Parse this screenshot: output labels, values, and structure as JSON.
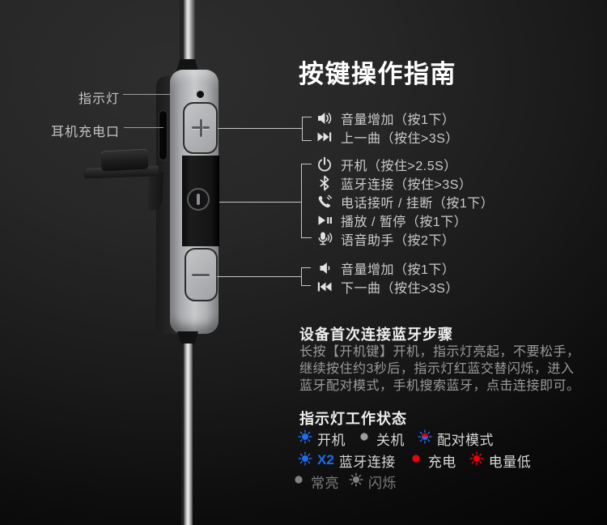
{
  "device": {
    "labels": [
      {
        "text": "指示灯"
      },
      {
        "text": "耳机充电口"
      }
    ],
    "parts": [
      "indicator-light",
      "charging-port",
      "plus-button",
      "power-button",
      "minus-button",
      "cable",
      "port-flap"
    ]
  },
  "guide": {
    "title": "按键操作指南",
    "groups": [
      {
        "items": [
          {
            "icon": "volume-up-icon",
            "text": "音量增加（按1下）"
          },
          {
            "icon": "next-track-icon",
            "text": "上一曲（按住>3S）"
          }
        ]
      },
      {
        "items": [
          {
            "icon": "power-icon",
            "text": "开机（按住>2.5S）"
          },
          {
            "icon": "bluetooth-icon",
            "text": "蓝牙连接（按住>3S）"
          },
          {
            "icon": "phone-icon",
            "text": "电话接听 / 挂断（按1下）"
          },
          {
            "icon": "play-pause-icon",
            "text": "播放 / 暂停（按1下）"
          },
          {
            "icon": "mic-icon",
            "text": "语音助手（按2下）"
          }
        ]
      },
      {
        "items": [
          {
            "icon": "volume-icon",
            "text": "音量增加（按1下）"
          },
          {
            "icon": "prev-track-icon",
            "text": "下一曲（按住>3S）"
          }
        ]
      }
    ]
  },
  "pairing": {
    "heading": "设备首次连接蓝牙步骤",
    "lines": [
      "长按【开机键】开机，指示灯亮起，不要松手，",
      "继续按住约3秒后，指示灯红蓝交替闪烁，进入",
      "蓝牙配对模式，手机搜索蓝牙，点击连接即可。"
    ]
  },
  "status": {
    "heading": "指示灯工作状态",
    "colors": {
      "blue": "#1d6cf2",
      "red": "#ee0011",
      "gray": "#9e9e9e",
      "dim_gray": "#7d7d7d"
    },
    "rows": [
      {
        "items": [
          {
            "icon": "flash-blue-icon",
            "label": "开机"
          },
          {
            "icon": "dot-gray-icon",
            "label": "关机"
          },
          {
            "icon": "flash-red-blue-icon",
            "label": "配对模式"
          }
        ]
      },
      {
        "items": [
          {
            "icon": "flash-blue-icon",
            "prefix": "X2",
            "label": "蓝牙连接"
          },
          {
            "icon": "dot-red-icon",
            "label": "充电"
          },
          {
            "icon": "flash-red-icon",
            "label": "电量低"
          }
        ]
      },
      {
        "items": [
          {
            "icon": "dot-gray-icon",
            "label": "常亮"
          },
          {
            "icon": "flash-gray-icon",
            "label": "闪烁"
          }
        ]
      }
    ]
  }
}
